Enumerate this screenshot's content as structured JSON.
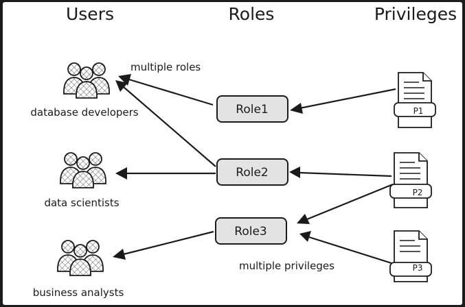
{
  "headers": {
    "users": "Users",
    "roles": "Roles",
    "privileges": "Privileges"
  },
  "users": [
    {
      "label": "database developers"
    },
    {
      "label": "data scientists"
    },
    {
      "label": "business analysts"
    }
  ],
  "roles": [
    {
      "label": "Role1"
    },
    {
      "label": "Role2"
    },
    {
      "label": "Role3"
    }
  ],
  "privileges": [
    {
      "label": "P1"
    },
    {
      "label": "P2"
    },
    {
      "label": "P3"
    }
  ],
  "annotations": {
    "multiple_roles": "multiple roles",
    "multiple_privileges": "multiple privileges"
  }
}
